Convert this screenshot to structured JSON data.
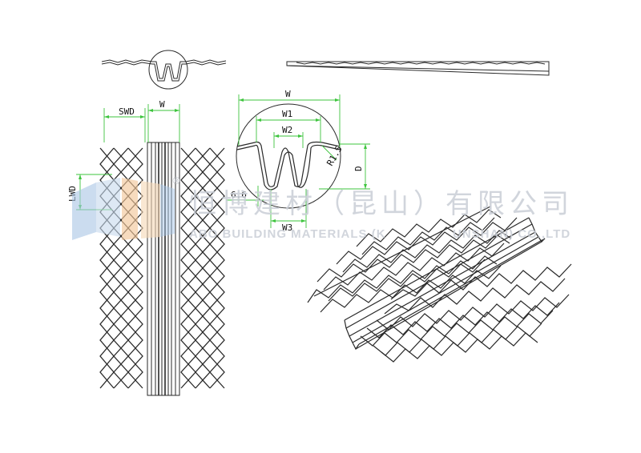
{
  "dimensions": {
    "swd": "SWD",
    "w_front": "W",
    "lwd": "LWD",
    "w_top": "W",
    "w1": "W1",
    "w2": "W2",
    "w3": "W3",
    "d": "D",
    "r": "R1.5",
    "thickness": "6.6"
  },
  "watermark": {
    "cn": "恒博建材（昆山）有限公司",
    "en": "ABO BUILDING MATERIALS (K",
    "en_tail": "UNSHAN) CO.,LTD",
    "reg": "®"
  },
  "colors": {
    "line": "#2a2a2a",
    "dimension": "#3ec43e",
    "watermark": "#c9ced6",
    "logo_blue": "#a9c6e6",
    "logo_orange": "#f3c79a"
  }
}
